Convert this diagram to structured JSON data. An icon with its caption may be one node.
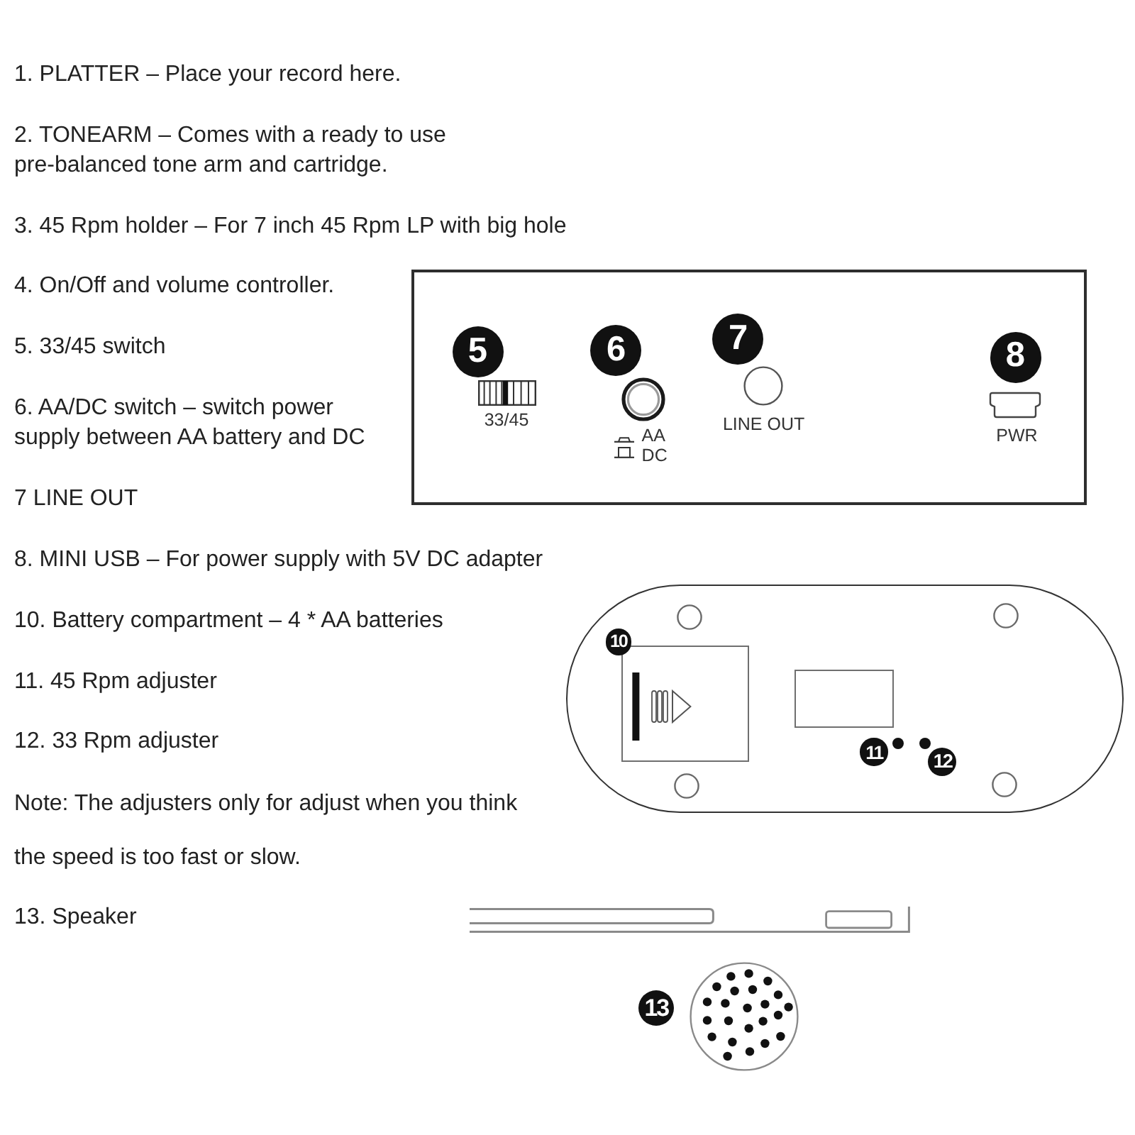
{
  "diagram": {
    "nodes": [
      {
        "text": [
          "33/45",
          "AA",
          "DC",
          "LINE OUT",
          "PWR"
        ]
      },
      {
        "text": [
          "5"
        ],
        "in": 0
      },
      {
        "text": [
          "6"
        ],
        "in": 0
      },
      {
        "text": [
          "7"
        ],
        "in": 0
      },
      {
        "text": [
          "8"
        ],
        "in": 0
      },
      {
        "text": [],
        "shape": "oval"
      },
      {
        "text": [
          "10"
        ],
        "in": 5
      },
      {
        "text": [
          "11"
        ],
        "in": 5
      },
      {
        "text": [
          "12"
        ],
        "in": 5
      },
      {
        "text": [
          "13"
        ]
      }
    ],
    "labels": [
      "1. PLATTER – Place your record here.",
      "2. TONEARM – Comes with a ready to use pre-balanced tone arm and cartridge.",
      "3. 45 Rpm holder – For 7 inch 45 Rpm LP with big hole",
      "4. On/Off and volume controller.",
      "5. 33/45 switch",
      "6. AA/DC switch – switch power supply between AA battery and DC",
      "7 LINE OUT",
      "8. MINI USB – For power supply with 5V DC adapter",
      "10. Battery compartment – 4 * AA batteries",
      "11. 45 Rpm adjuster",
      "12. 33 Rpm adjuster",
      "Note: The adjusters only for adjust when you think",
      "the speed is too fast or slow.",
      "13. Speaker"
    ]
  }
}
